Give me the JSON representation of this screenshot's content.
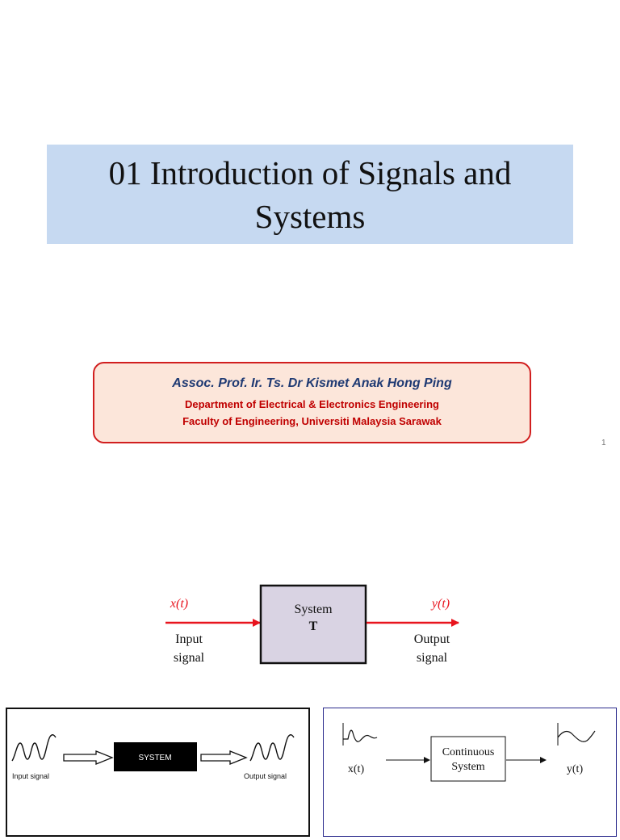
{
  "title": {
    "line1": "01 Introduction of Signals and",
    "line2": "Systems"
  },
  "author": {
    "name": "Assoc. Prof. Ir. Ts. Dr Kismet Anak Hong Ping",
    "department": "Department of Electrical & Electronics Engineering",
    "faculty": "Faculty of Engineering, Universiti Malaysia Sarawak"
  },
  "page_number": "1",
  "system_diagram": {
    "input_symbol": "x(t)",
    "input_label_line1": "Input",
    "input_label_line2": "signal",
    "box_line1": "System",
    "box_line2": "T",
    "output_symbol": "y(t)",
    "output_label_line1": "Output",
    "output_label_line2": "signal",
    "arrow_color": "#e8141e",
    "box_fill": "#d9d3e3"
  },
  "panel_left": {
    "input_label": "Input signal",
    "box_label": "SYSTEM",
    "output_label": "Output signal"
  },
  "panel_right": {
    "input_label": "x(t)",
    "box_line1": "Continuous",
    "box_line2": "System",
    "output_label": "y(t)"
  }
}
